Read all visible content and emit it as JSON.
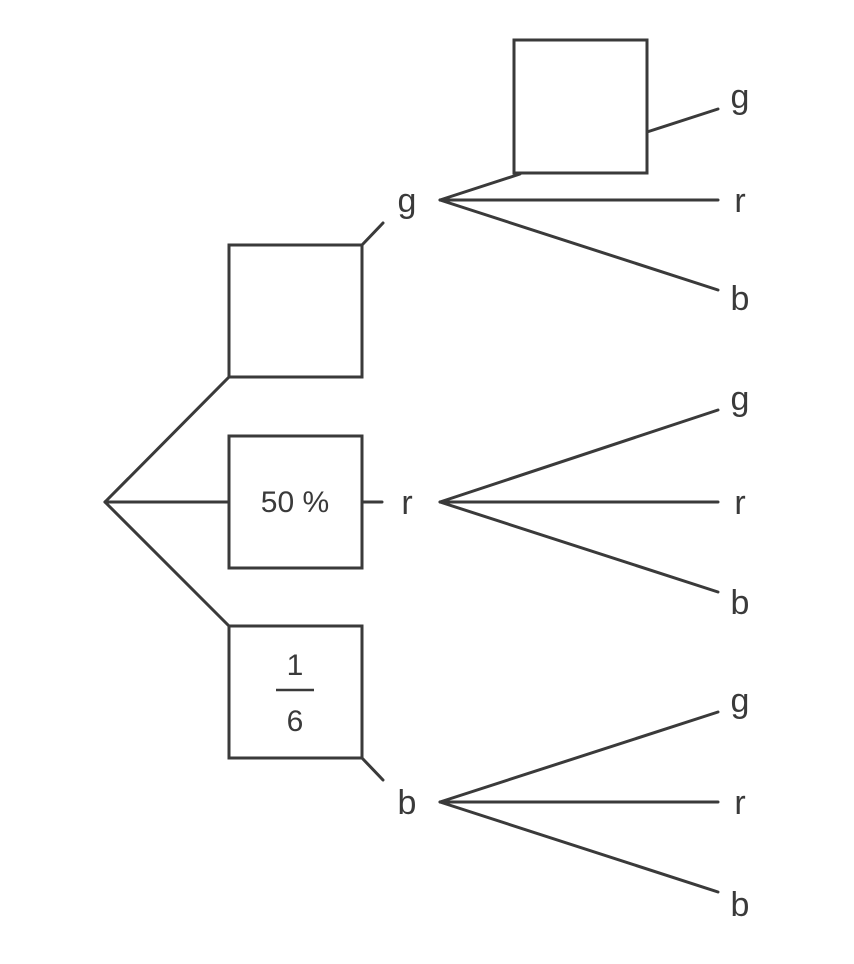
{
  "tree": {
    "first_stage": [
      {
        "outcome": "g",
        "probability": ""
      },
      {
        "outcome": "r",
        "probability": "50 %"
      },
      {
        "outcome": "b",
        "probability": {
          "numerator": "1",
          "denominator": "6"
        }
      }
    ],
    "second_stage": [
      {
        "parent": "g",
        "branches": [
          {
            "outcome": "g",
            "probability": ""
          },
          {
            "outcome": "r"
          },
          {
            "outcome": "b"
          }
        ]
      },
      {
        "parent": "r",
        "branches": [
          {
            "outcome": "g"
          },
          {
            "outcome": "r"
          },
          {
            "outcome": "b"
          }
        ]
      },
      {
        "parent": "b",
        "branches": [
          {
            "outcome": "g"
          },
          {
            "outcome": "r"
          },
          {
            "outcome": "b"
          }
        ]
      }
    ]
  },
  "colors": {
    "stroke": "#3a3a3a",
    "background": "#ffffff"
  }
}
